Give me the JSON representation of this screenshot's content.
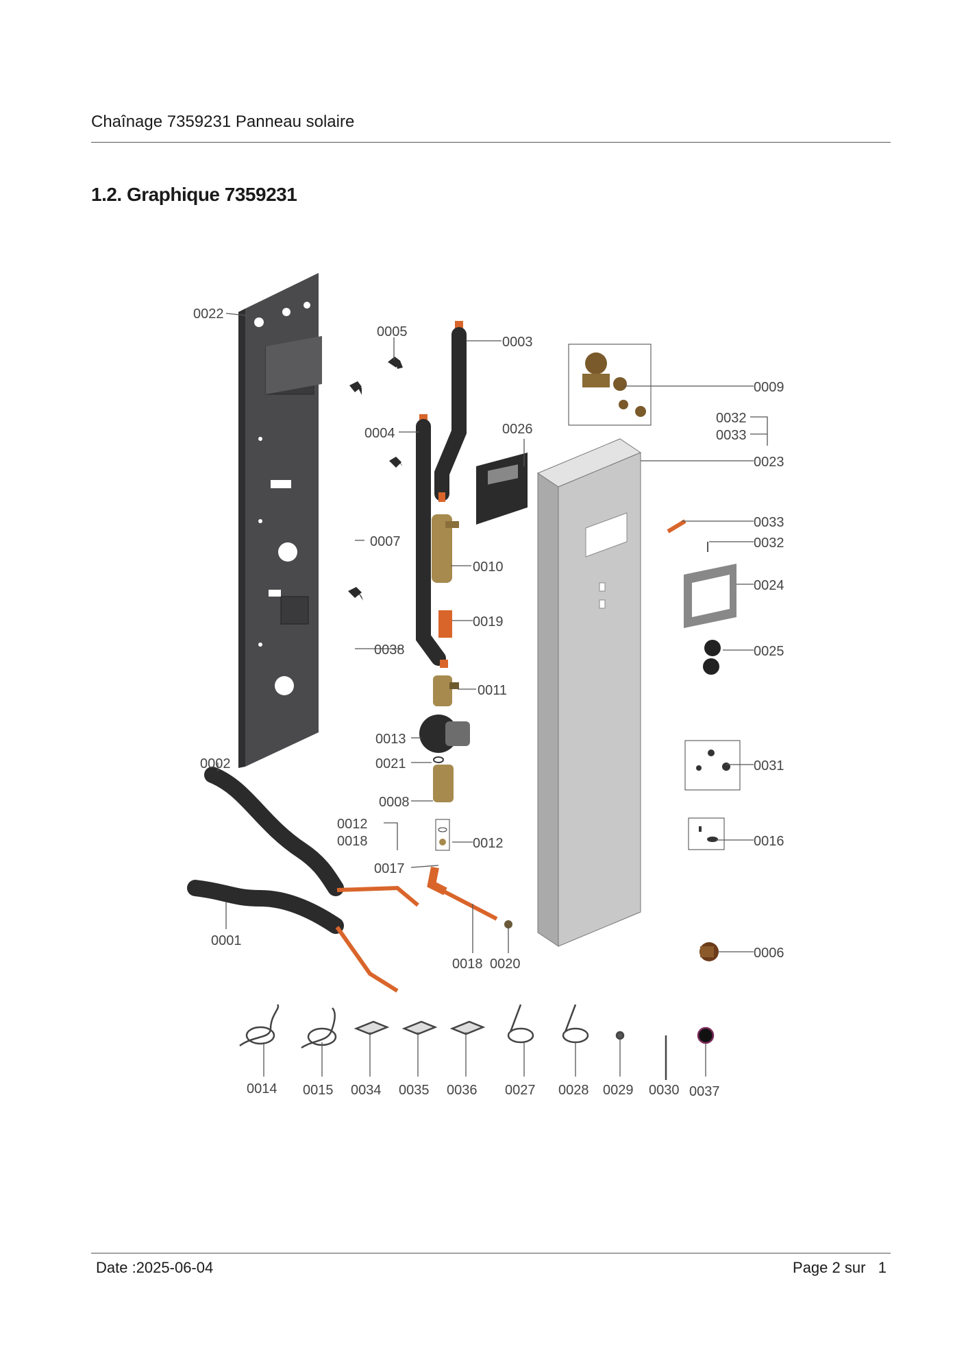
{
  "header": {
    "title": "Chaînage 7359231 Panneau solaire"
  },
  "section": {
    "title": "1.2. Graphique 7359231"
  },
  "footer": {
    "date": "Date :2025-06-04",
    "page": "Page 2 sur   1"
  },
  "parts": {
    "p0001": "0001",
    "p0002": "0002",
    "p0003": "0003",
    "p0004": "0004",
    "p0005": "0005",
    "p0006": "0006",
    "p0007": "0007",
    "p0008": "0008",
    "p0009": "0009",
    "p0010": "0010",
    "p0011": "0011",
    "p0012": "0012",
    "p0013": "0013",
    "p0014": "0014",
    "p0015": "0015",
    "p0016": "0016",
    "p0017": "0017",
    "p0018": "0018",
    "p0019": "0019",
    "p0020": "0020",
    "p0021": "0021",
    "p0022": "0022",
    "p0023": "0023",
    "p0024": "0024",
    "p0025": "0025",
    "p0026": "0026",
    "p0027": "0027",
    "p0028": "0028",
    "p0029": "0029",
    "p0030": "0030",
    "p0031": "0031",
    "p0032": "0032",
    "p0033": "0033",
    "p0034": "0034",
    "p0035": "0035",
    "p0036": "0036",
    "p0037": "0037",
    "p0038": "0038"
  },
  "colors": {
    "pipe_copper": "#d9652b",
    "insulation": "#2b2b2b",
    "panel": "#4a4a4c",
    "housing": "#c8c8c8",
    "brass": "#a68a4e"
  }
}
